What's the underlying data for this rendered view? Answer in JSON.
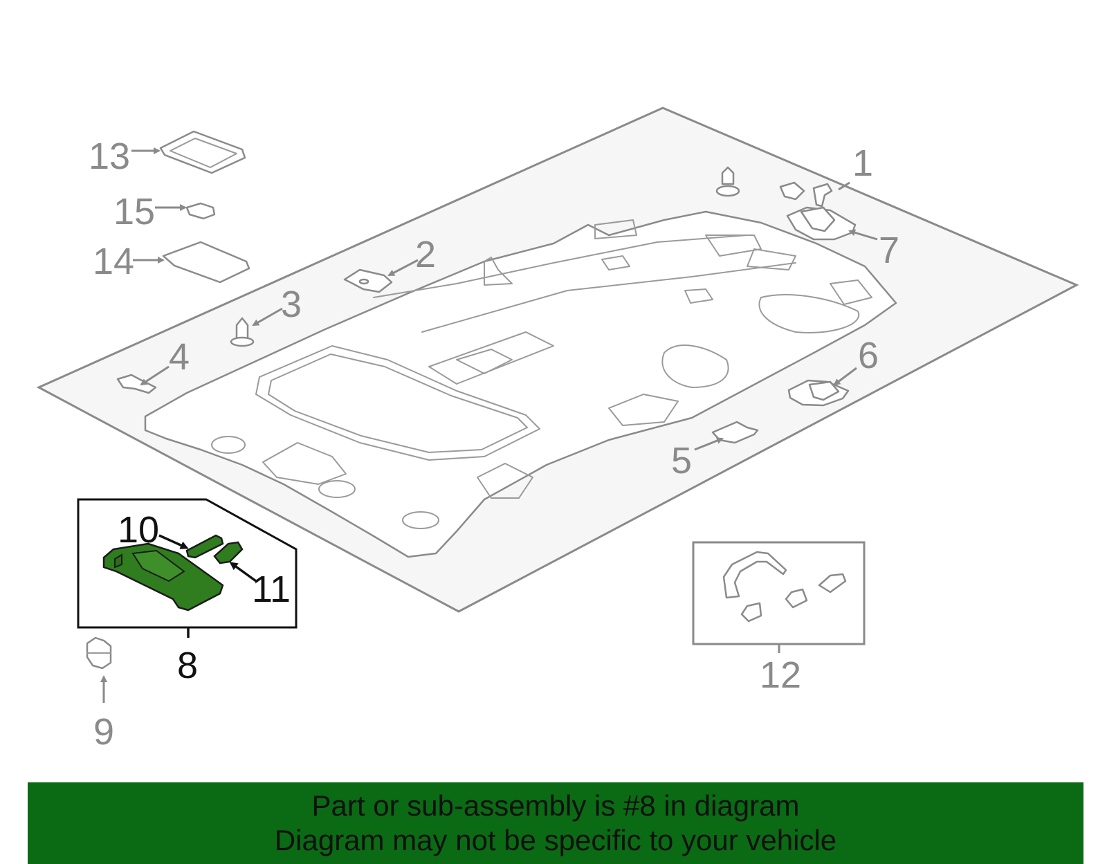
{
  "callouts": {
    "c1": "1",
    "c2": "2",
    "c3": "3",
    "c4": "4",
    "c5": "5",
    "c6": "6",
    "c7": "7",
    "c8": "8",
    "c9": "9",
    "c10": "10",
    "c11": "11",
    "c12": "12",
    "c13": "13",
    "c14": "14",
    "c15": "15"
  },
  "highlighted_part": "8",
  "colors": {
    "highlight_part": "#2f7d1e",
    "banner": "#0b6a14",
    "line": "#8a8a8a",
    "text_highlight": "#111111",
    "text_normal": "#8a8a8a"
  },
  "banner": {
    "line1": "Part or sub-assembly is #8 in diagram",
    "line2": "Diagram may not be specific to your vehicle"
  }
}
